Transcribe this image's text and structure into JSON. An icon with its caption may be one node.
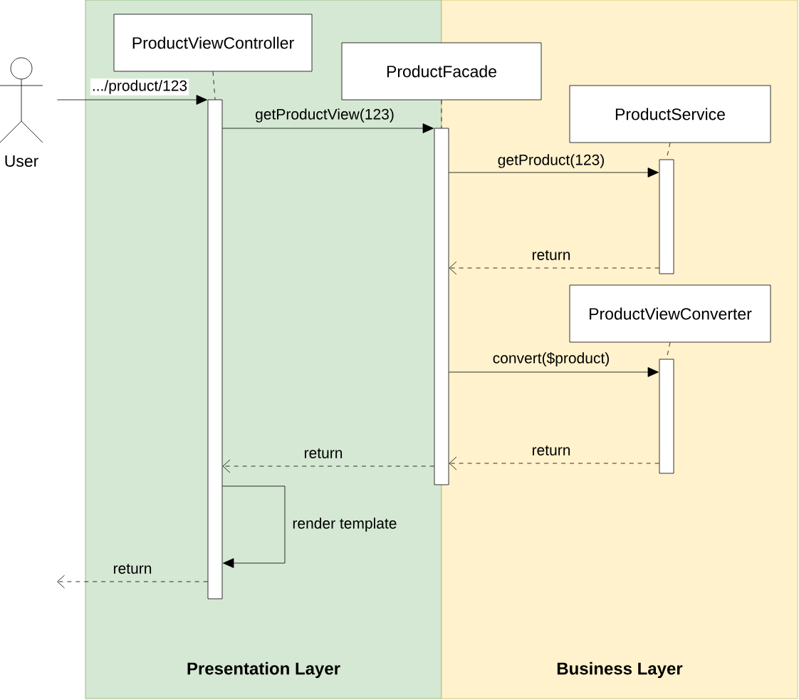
{
  "diagram": {
    "nodes": [
      {
        "text": [
          "Presentation Layer"
        ]
      },
      {
        "text": [
          "Business Layer"
        ]
      },
      {
        "text": [
          "User"
        ]
      },
      {
        "text": [
          "ProductViewController"
        ],
        "in": 0
      },
      {
        "text": [
          "ProductFacade"
        ]
      },
      {
        "text": [
          "ProductService"
        ],
        "in": 1
      },
      {
        "text": [
          "ProductViewConverter"
        ],
        "in": 1
      },
      {
        "text": [],
        "shape": "bar",
        "in": 0
      },
      {
        "text": [],
        "shape": "bar"
      },
      {
        "text": [],
        "shape": "bar",
        "in": 1
      },
      {
        "text": [],
        "shape": "bar",
        "in": 1
      }
    ],
    "edges": [
      {
        "from": 3,
        "to": 7,
        "arrow": "none",
        "style": "dashed"
      },
      {
        "from": 4,
        "to": 8,
        "arrow": "none",
        "style": "dashed"
      },
      {
        "from": 5,
        "to": 9,
        "arrow": "none",
        "style": "dashed"
      },
      {
        "from": 6,
        "to": 10,
        "arrow": "none",
        "style": "dashed"
      },
      {
        "from": 2,
        "to": 7,
        "arrow": "to",
        "label": ".../product/123"
      },
      {
        "from": 7,
        "to": 8,
        "arrow": "to",
        "label": "getProductView(123)"
      },
      {
        "from": 8,
        "to": 9,
        "arrow": "to",
        "label": "getProduct(123)"
      },
      {
        "from": 9,
        "to": 8,
        "arrow": "to",
        "style": "dashed",
        "label": "return"
      },
      {
        "from": 8,
        "to": 10,
        "arrow": "to",
        "label": "convert($product)"
      },
      {
        "from": 10,
        "to": 8,
        "arrow": "to",
        "style": "dashed",
        "label": "return"
      },
      {
        "from": 8,
        "to": 7,
        "arrow": "to",
        "style": "dashed",
        "label": "return"
      },
      {
        "from": 7,
        "to": 7,
        "arrow": "to",
        "label": "render template"
      },
      {
        "from": 7,
        "to": null,
        "arrow": "to",
        "style": "dashed",
        "label": "return"
      }
    ]
  }
}
